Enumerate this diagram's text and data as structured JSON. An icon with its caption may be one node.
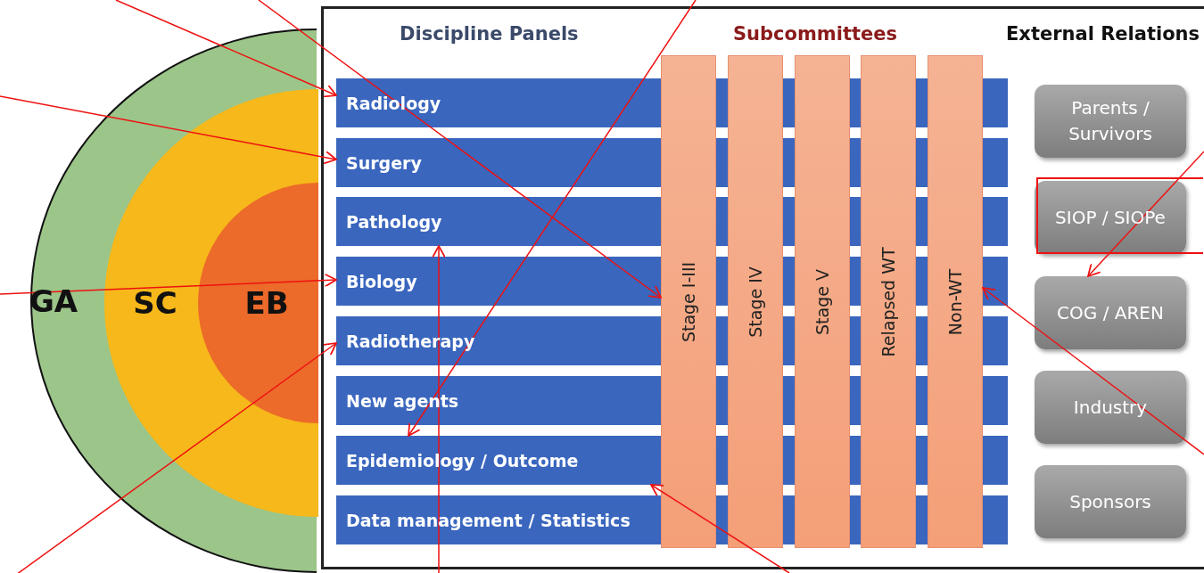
{
  "diagram": {
    "nodes": [
      {
        "text": [
          "GA"
        ]
      },
      {
        "text": [
          "SC"
        ],
        "in": 0
      },
      {
        "text": [
          "EB"
        ],
        "in": 1
      },
      {
        "text": [
          "Radiology"
        ]
      },
      {
        "text": [
          "Surgery"
        ]
      },
      {
        "text": [
          "Pathology"
        ]
      },
      {
        "text": [
          "Biology"
        ]
      },
      {
        "text": [
          "Radiotherapy"
        ]
      },
      {
        "text": [
          "New agents"
        ]
      },
      {
        "text": [
          "Epidemiology / Outcome"
        ]
      },
      {
        "text": [
          "Data management / Statistics"
        ]
      },
      {
        "text": [
          "Stage I-III"
        ]
      },
      {
        "text": [
          "Stage IV"
        ]
      },
      {
        "text": [
          "Stage V"
        ]
      },
      {
        "text": [
          "Relapsed WT"
        ]
      },
      {
        "text": [
          "Non-WT"
        ]
      },
      {
        "text": [
          "Parents / Survivors"
        ]
      },
      {
        "text": [
          "SIOP / SIOPe"
        ]
      },
      {
        "text": [
          "COG / AREN"
        ]
      },
      {
        "text": [
          "Industry"
        ]
      },
      {
        "text": [
          "Sponsors"
        ]
      }
    ],
    "edges": [
      {
        "from": null,
        "to": 3,
        "arrow": "to"
      },
      {
        "from": null,
        "to": 4,
        "arrow": "to"
      },
      {
        "from": null,
        "to": 6,
        "arrow": "to"
      },
      {
        "from": null,
        "to": 7,
        "arrow": "to"
      },
      {
        "from": null,
        "to": 9,
        "arrow": "to"
      },
      {
        "from": null,
        "to": 5,
        "arrow": "to"
      },
      {
        "from": null,
        "to": 11,
        "arrow": "to"
      },
      {
        "from": null,
        "to": 9,
        "arrow": "to"
      },
      {
        "from": null,
        "to": 15,
        "arrow": "to"
      },
      {
        "from": null,
        "to": 18,
        "arrow": "to"
      }
    ],
    "labels": [
      "Discipline Panels",
      "Subcommittees",
      "External Relations"
    ]
  }
}
